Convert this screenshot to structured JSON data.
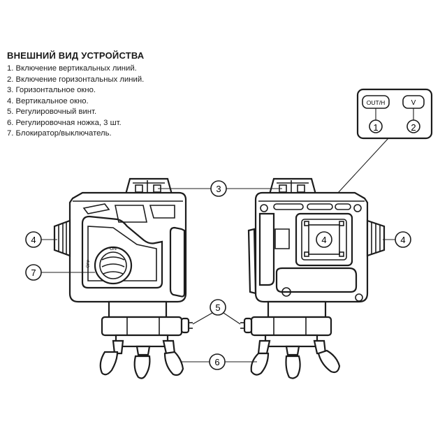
{
  "legend": {
    "title": "ВНЕШНИЙ ВИД УСТРОЙСТВА",
    "items": [
      "1.  Включение вертикальных линий.",
      "2.  Включение горизонтальных линий.",
      "3.  Горизонтальное окно.",
      "4.  Вертикальное окно.",
      "5.  Регулировочный винт.",
      "6.  Регулировочная ножка, 3 шт.",
      "7.  Блокиратор/выключатель."
    ]
  },
  "panel": {
    "button_1_label": "OUT/H",
    "button_2_label": "V",
    "callout_1": "1",
    "callout_2": "2"
  },
  "callouts": {
    "c3": "3",
    "c4_left": "4",
    "c4_center": "4",
    "c4_right": "4",
    "c5": "5",
    "c6": "6",
    "c7": "7"
  },
  "switch": {
    "on_label": "ON",
    "off_label": "OFF"
  }
}
